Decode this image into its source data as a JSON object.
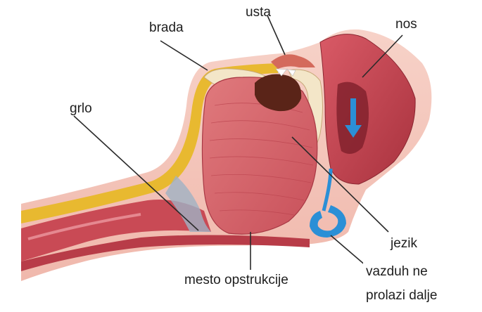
{
  "labels": {
    "usta": "usta",
    "brada": "brada",
    "nos": "nos",
    "grlo": "grlo",
    "jezik": "jezik",
    "mesto_opstrukcije": "mesto opstrukcije",
    "vazduh_line1": "vazduh ne",
    "vazduh_line2": "prolazi dalje"
  },
  "colors": {
    "skin": "#f4c2b8",
    "muscle": "#c94a55",
    "tongue": "#d8676c",
    "bone": "#f3e6c8",
    "fat": "#e8b930",
    "airflow": "#2b8fd6"
  }
}
